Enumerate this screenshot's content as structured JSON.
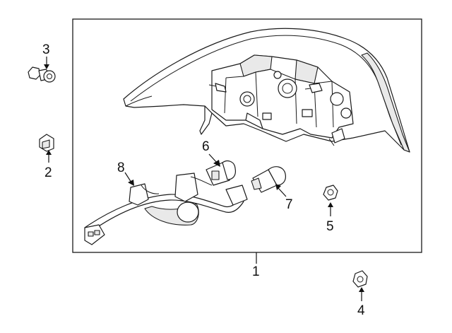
{
  "diagram": {
    "callouts": [
      {
        "id": "1",
        "label": "1"
      },
      {
        "id": "2",
        "label": "2"
      },
      {
        "id": "3",
        "label": "3"
      },
      {
        "id": "4",
        "label": "4"
      },
      {
        "id": "5",
        "label": "5"
      },
      {
        "id": "6",
        "label": "6"
      },
      {
        "id": "7",
        "label": "7"
      },
      {
        "id": "8",
        "label": "8"
      }
    ],
    "line_color": "#1a1a1a",
    "fill_color": "#ffffff",
    "shade_color": "#e9e9e9"
  }
}
